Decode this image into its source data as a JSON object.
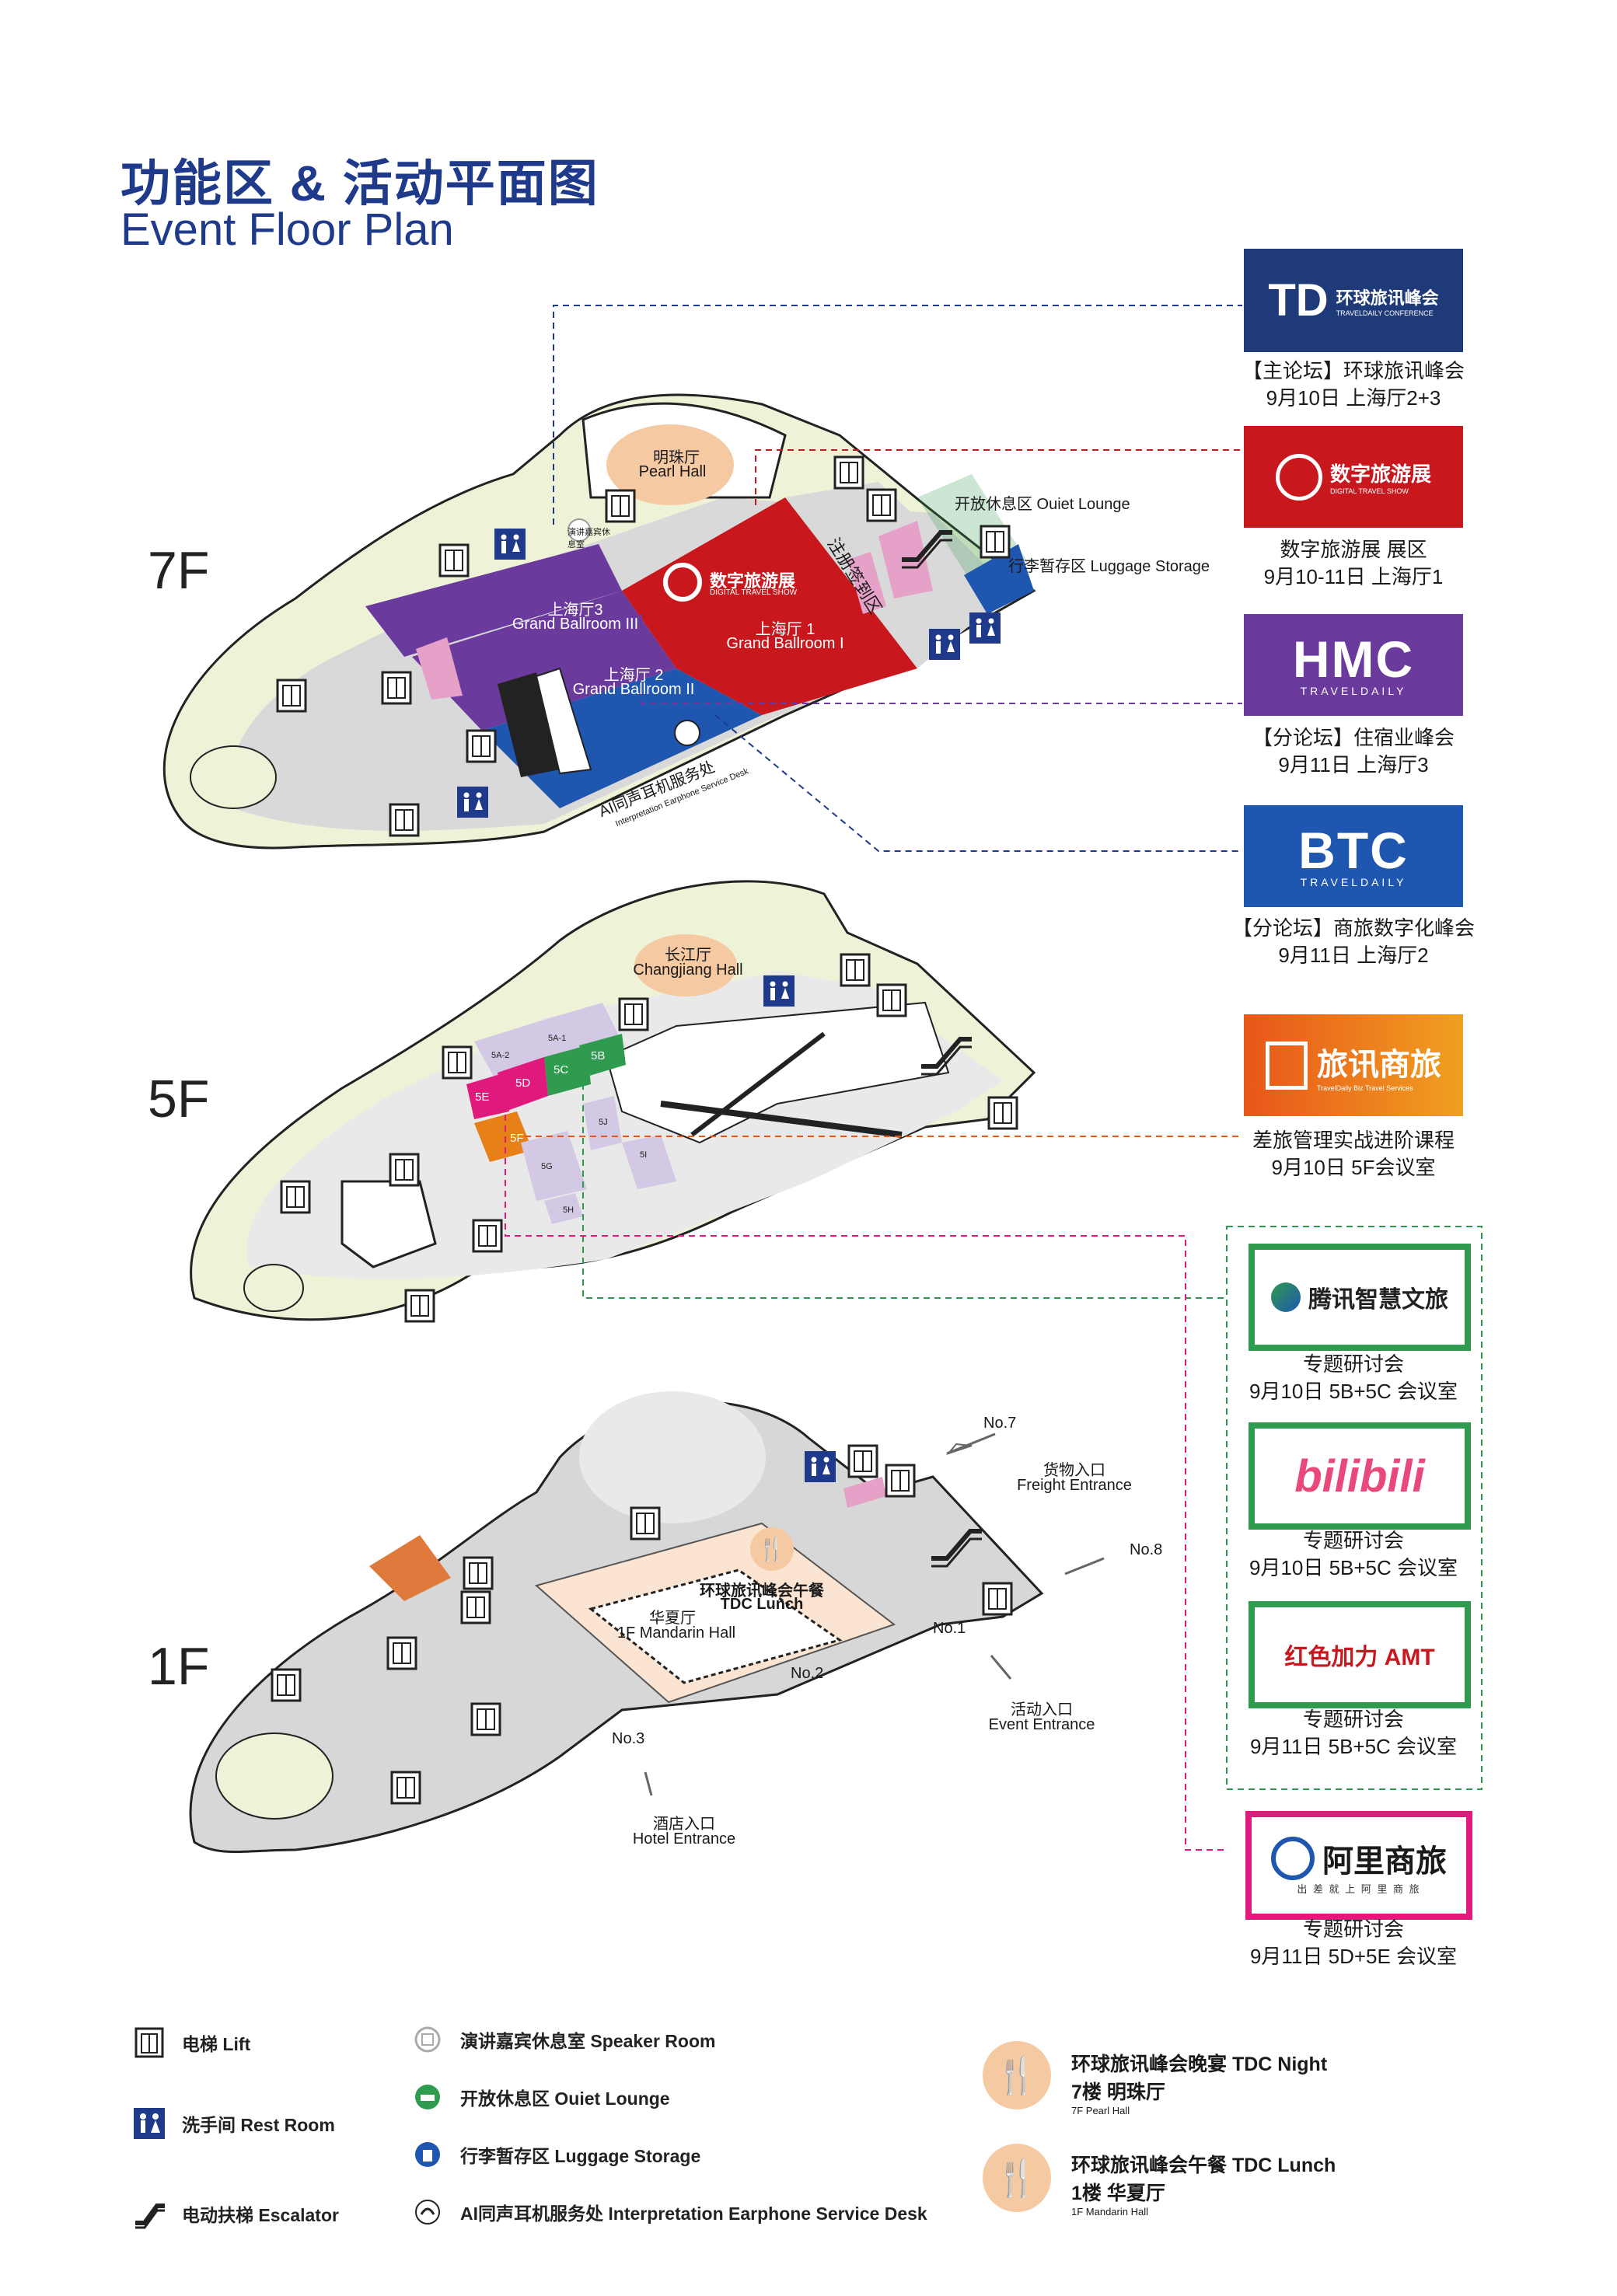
{
  "header": {
    "title_cn": "功能区 & 活动平面图",
    "title_en": "Event Floor Plan"
  },
  "floors": {
    "f7": {
      "label": "7F",
      "pearl_hall_cn": "明珠厅",
      "pearl_hall_en": "Pearl Hall",
      "ballroom3_cn": "上海厅3",
      "ballroom3_en": "Grand Ballroom III",
      "ballroom2_cn": "上海厅 2",
      "ballroom2_en": "Grand Ballroom II",
      "ballroom1_cn": "上海厅 1",
      "ballroom1_en": "Grand Ballroom I",
      "dts_logo_cn": "数字旅游展",
      "dts_logo_en": "DIGITAL TRAVEL SHOW",
      "registration": "注册签到区",
      "quiet_lounge": "开放休息区  Ouiet Lounge",
      "luggage": "行李暂存区  Luggage Storage",
      "speaker_room": "演讲嘉宾休息室",
      "earphone_cn": "AI同声耳机服务处",
      "earphone_en": "Interpretation Earphone Service Desk"
    },
    "f5": {
      "label": "5F",
      "changjiang_cn": "长江厅",
      "changjiang_en": "Changjiang  Hall",
      "rooms": [
        "5A-2",
        "5A-1",
        "5B",
        "5C",
        "5D",
        "5E",
        "5F",
        "5G",
        "5H",
        "5I",
        "5J"
      ]
    },
    "f1": {
      "label": "1F",
      "lunch_cn": "环球旅讯峰会午餐",
      "lunch_en": "TDC Lunch",
      "mandarin_cn": "华夏厅",
      "mandarin_en": "1F Mandarin Hall",
      "no7": "No.7",
      "no8": "No.8",
      "no1": "No.1",
      "no2": "No.2",
      "no3": "No.3",
      "freight_cn": "货物入口",
      "freight_en": "Freight  Entrance",
      "event_cn": "活动入口",
      "event_en": "Event  Entrance",
      "hotel_cn": "酒店入口",
      "hotel_en": "Hotel  Entrance"
    }
  },
  "events": [
    {
      "logo_cn": "环球旅讯峰会",
      "logo_en": "TRAVELDAILY CONFERENCE",
      "mark": "TD",
      "line1": "【主论坛】环球旅讯峰会",
      "line2": "9月10日 上海厅2+3",
      "color": "#1e3a78"
    },
    {
      "logo_cn": "数字旅游展",
      "logo_en": "DIGITAL TRAVEL SHOW",
      "line1": "数字旅游展 展区",
      "line2": "9月10-11日 上海厅1",
      "color": "#c8181e"
    },
    {
      "logo_main": "HMC",
      "logo_sub": "TRAVELDAILY",
      "line1": "【分论坛】住宿业峰会",
      "line2": "9月11日 上海厅3",
      "color": "#6a3a9c"
    },
    {
      "logo_main": "BTC",
      "logo_sub": "TRAVELDAILY",
      "line1": "【分论坛】商旅数字化峰会",
      "line2": "9月11日 上海厅2",
      "color": "#1f56b0"
    },
    {
      "logo_cn": "旅讯商旅",
      "logo_en": "TravelDaily Biz Travel Services",
      "line1": "差旅管理实战进阶课程",
      "line2": "9月10日 5F会议室",
      "color": "#e8561a"
    },
    {
      "logo_cn": "腾讯智慧文旅",
      "line1": "专题研讨会",
      "line2": "9月10日 5B+5C 会议室",
      "color": "#2e9b4e"
    },
    {
      "logo_cn": "bilibili",
      "line1": "专题研讨会",
      "line2": "9月10日 5B+5C 会议室",
      "color": "#2e9b4e"
    },
    {
      "logo_cn": "红色加力 AMT",
      "line1": "专题研讨会",
      "line2": "9月11日 5B+5C 会议室",
      "color": "#2e9b4e"
    },
    {
      "logo_cn": "阿里商旅",
      "logo_en": "出 差 就 上 阿 里 商 旅",
      "line1": "专题研讨会",
      "line2": "9月11日 5D+5E 会议室",
      "color": "#e0197d"
    }
  ],
  "legend": {
    "lift": "电梯  Lift",
    "restroom": "洗手间  Rest Room",
    "escalator": "电动扶梯  Escalator",
    "speaker": "演讲嘉宾休息室  Speaker Room",
    "lounge": "开放休息区  Ouiet Lounge",
    "luggage": "行李暂存区  Luggage Storage",
    "earphone": "AI同声耳机服务处  Interpretation Earphone Service Desk",
    "night_cn": "环球旅讯峰会晚宴  TDC Night",
    "night_loc": "7楼 明珠厅",
    "night_en": "7F Pearl Hall",
    "lunch_cn": "环球旅讯峰会午餐  TDC Lunch",
    "lunch_loc": "1楼 华夏厅",
    "lunch_en": "1F Mandarin Hall"
  },
  "colors": {
    "brand_blue": "#1f3a8a",
    "ballroom_red": "#c8181e",
    "ballroom_purple": "#6a3a9c",
    "ballroom_blue": "#1f56b0",
    "lunch_peach": "#f5c9a2",
    "floor_gray": "#d7d7d7",
    "garden_green": "#eef3d8",
    "green_dash": "#2e9b4e",
    "pink_dash": "#e0197d"
  }
}
